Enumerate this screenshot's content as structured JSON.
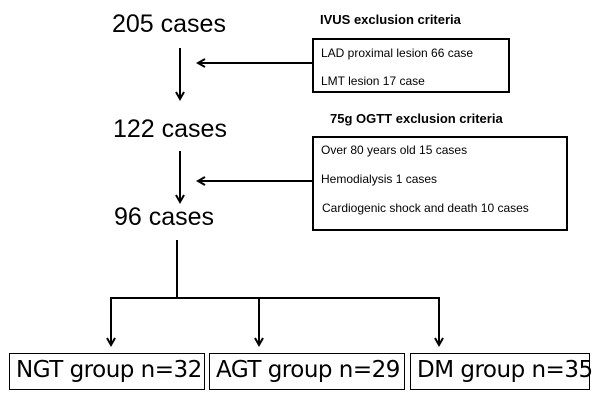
{
  "flowchart": {
    "stages": [
      {
        "label": "205 cases",
        "count": 205
      },
      {
        "label": "122 cases",
        "count": 122
      },
      {
        "label": "96 cases",
        "count": 96
      }
    ],
    "exclusions": [
      {
        "title": "IVUS exclusion criteria",
        "items": [
          "LAD proximal lesion 66 case",
          "LMT lesion 17 case"
        ]
      },
      {
        "title": "75g OGTT exclusion criteria",
        "items": [
          "Over 80 years old  15 cases",
          "Hemodialysis  1 cases",
          "Cardiogenic shock and death 10 cases"
        ]
      }
    ],
    "groups": [
      {
        "label": "NGT group n=32",
        "name": "NGT",
        "n": 32
      },
      {
        "label": "AGT group n=29",
        "name": "AGT",
        "n": 29
      },
      {
        "label": "DM group n=35",
        "name": "DM",
        "n": 35
      }
    ]
  }
}
